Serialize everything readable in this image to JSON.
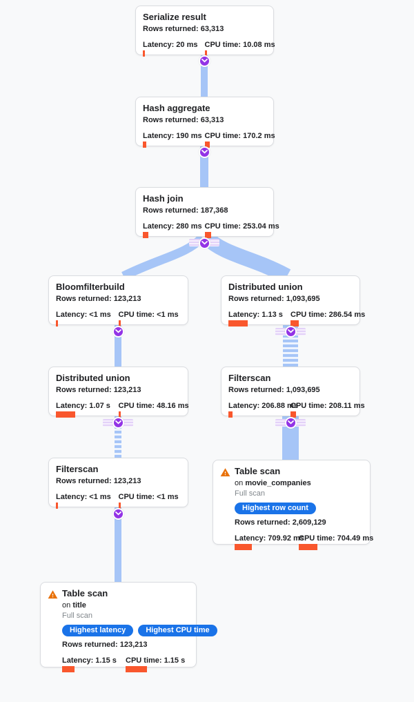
{
  "colors": {
    "background": "#f8f9fa",
    "edge_blue": "#a6c5f7",
    "connector_purple": "#9334e6",
    "metric_bar_orange": "#f9572d",
    "badge_blue": "#1a73e8",
    "warning_orange": "#e8710a"
  },
  "nodes": {
    "serialize_result": {
      "title": "Serialize result",
      "rows": "Rows returned: 63,313",
      "latency": "Latency: 20 ms",
      "cpu": "CPU time: 10.08 ms",
      "latency_bar": 3,
      "cpu_bar": 3
    },
    "hash_aggregate": {
      "title": "Hash aggregate",
      "rows": "Rows returned: 63,313",
      "latency": "Latency: 190 ms",
      "cpu": "CPU time: 170.2 ms",
      "latency_bar": 5,
      "cpu_bar": 7
    },
    "hash_join": {
      "title": "Hash join",
      "rows": "Rows returned: 187,368",
      "latency": "Latency: 280 ms",
      "cpu": "CPU time: 253.04 ms",
      "latency_bar": 8,
      "cpu_bar": 9
    },
    "bloomfilterbuild": {
      "title": "Bloomfilterbuild",
      "rows": "Rows returned: 123,213",
      "latency": "Latency: <1 ms",
      "cpu": "CPU time: <1 ms",
      "latency_bar": 3,
      "cpu_bar": 3
    },
    "distributed_union_right": {
      "title": "Distributed union",
      "rows": "Rows returned: 1,093,695",
      "latency": "Latency: 1.13 s",
      "cpu": "CPU time: 286.54 ms",
      "latency_bar": 28,
      "cpu_bar": 12
    },
    "distributed_union_left": {
      "title": "Distributed union",
      "rows": "Rows returned: 123,213",
      "latency": "Latency: 1.07 s",
      "cpu": "CPU time: 48.16 ms",
      "latency_bar": 28,
      "cpu_bar": 3
    },
    "filterscan_right": {
      "title": "Filterscan",
      "rows": "Rows returned: 1,093,695",
      "latency": "Latency: 206.88 ms",
      "cpu": "CPU time: 208.11 ms",
      "latency_bar": 6,
      "cpu_bar": 8
    },
    "filterscan_left": {
      "title": "Filterscan",
      "rows": "Rows returned: 123,213",
      "latency": "Latency: <1 ms",
      "cpu": "CPU time: <1 ms",
      "latency_bar": 3,
      "cpu_bar": 3
    },
    "table_scan_right": {
      "title": "Table scan",
      "on_prefix": "on",
      "table": "movie_companies",
      "scan_type": "Full scan",
      "badges": [
        "Highest row count"
      ],
      "rows": "Rows returned: 2,609,129",
      "latency": "Latency: 709.92 ms",
      "cpu": "CPU time: 704.49 ms",
      "latency_bar": 25,
      "cpu_bar": 27
    },
    "table_scan_left": {
      "title": "Table scan",
      "on_prefix": "on",
      "table": "title",
      "scan_type": "Full scan",
      "badges": [
        "Highest latency",
        "Highest CPU time"
      ],
      "rows": "Rows returned: 123,213",
      "latency": "Latency: 1.15 s",
      "cpu": "CPU time: 1.15 s",
      "latency_bar": 18,
      "cpu_bar": 31
    }
  }
}
